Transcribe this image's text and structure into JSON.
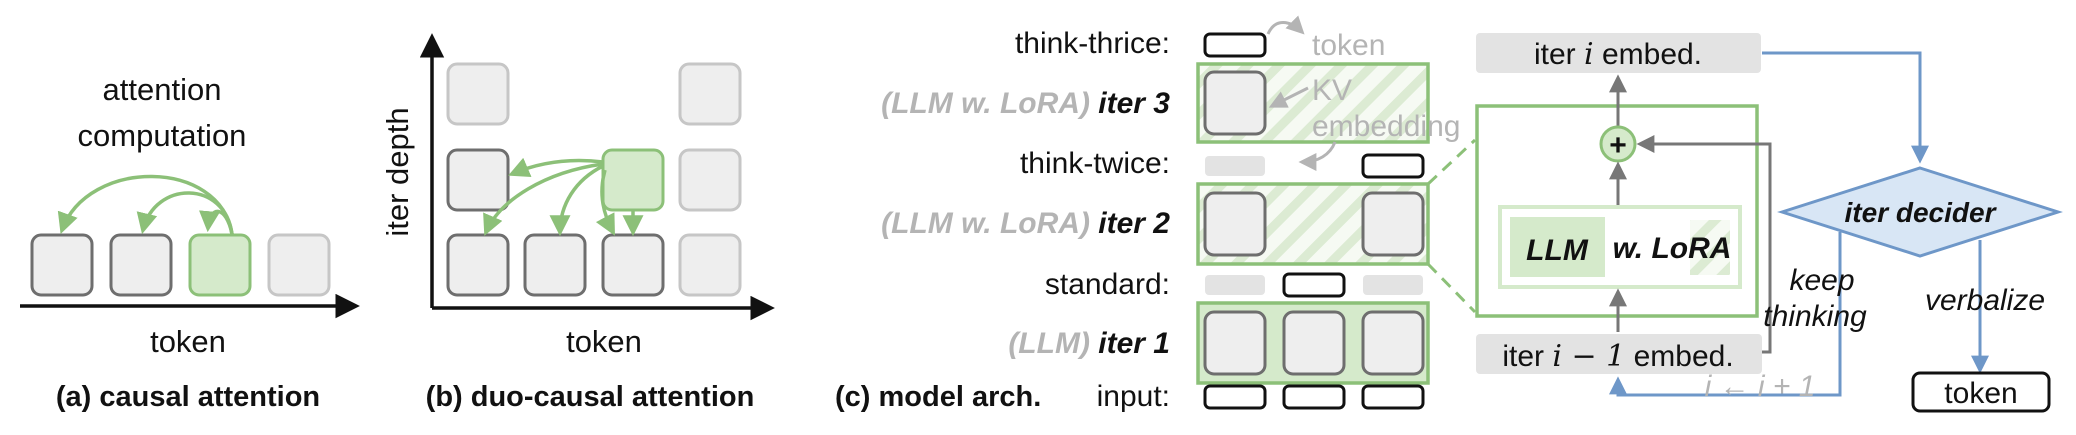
{
  "colors": {
    "green": "#8cc078",
    "green_fill": "#d5eacb",
    "green_light": "#eef6ea",
    "dark_box": "#6e6e6e",
    "light_box": "#c6c6c6",
    "box_fill": "#eeeeee",
    "gray_text": "#b4b4b4",
    "blue": "#6e97c8",
    "blue_fill": "#d8e6f5"
  },
  "panel_a": {
    "annotation_line1": "attention",
    "annotation_line2": "computation",
    "axis_label": "token",
    "caption": "(a) causal attention"
  },
  "panel_b": {
    "y_axis_label": "iter depth",
    "x_axis_label": "token",
    "caption": "(b) duo-causal attention"
  },
  "panel_c": {
    "caption": "(c) model arch.",
    "row_labels": {
      "think_thrice": "think-thrice:",
      "think_twice": "think-twice:",
      "standard": "standard:",
      "input": "input:"
    },
    "iter_labels": {
      "iter3_prefix": "(LLM w. LoRA)",
      "iter3_name": "iter 3",
      "iter2_prefix": "(LLM w. LoRA)",
      "iter2_name": "iter 2",
      "iter1_prefix": "(LLM)",
      "iter1_name": "iter 1"
    },
    "annotations": {
      "token": "token",
      "kv_line1": "KV",
      "kv_line2": "embedding"
    },
    "detail": {
      "iter_embed_prefix": "iter",
      "iter_embed_var": "i",
      "iter_embed_suffix": "embed.",
      "prev_embed_prefix": "iter",
      "prev_embed_var": "i − 1",
      "prev_embed_suffix": "embed.",
      "plus_symbol": "+",
      "llm_label": "LLM",
      "lora_label": "w. LoRA",
      "decider_label": "iter decider",
      "keep_line1": "keep",
      "keep_line2": "thinking",
      "verbalize": "verbalize",
      "output_token": "token",
      "update_rule": "i ← i + 1"
    }
  }
}
